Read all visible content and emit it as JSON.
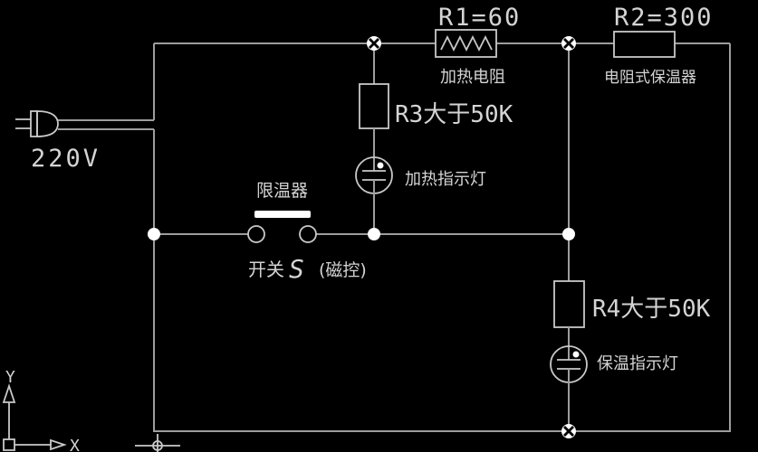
{
  "colors": {
    "background": "#000000",
    "wire": "#9d9d9d",
    "component": "#c9c9c9",
    "text": "#d4d4d4",
    "node": "#ffffff"
  },
  "canvas": {
    "type": "circuit-schematic",
    "supply": {
      "voltage": "220V"
    },
    "components": {
      "r1": {
        "label": "R1=60",
        "name": "加热电阻"
      },
      "r2": {
        "label": "R2=300",
        "name": "电阻式保温器"
      },
      "r3": {
        "label": "R3大于50K"
      },
      "r4": {
        "label": "R4大于50K"
      },
      "heat_lamp": {
        "name": "加热指示灯"
      },
      "warm_lamp": {
        "name": "保温指示灯"
      },
      "limiter": {
        "name": "限温器"
      },
      "switch": {
        "prefix": "开关",
        "symbol": "S",
        "note": "(磁控)"
      }
    },
    "ucs": {
      "x_label": "X",
      "y_label": "Y"
    }
  }
}
